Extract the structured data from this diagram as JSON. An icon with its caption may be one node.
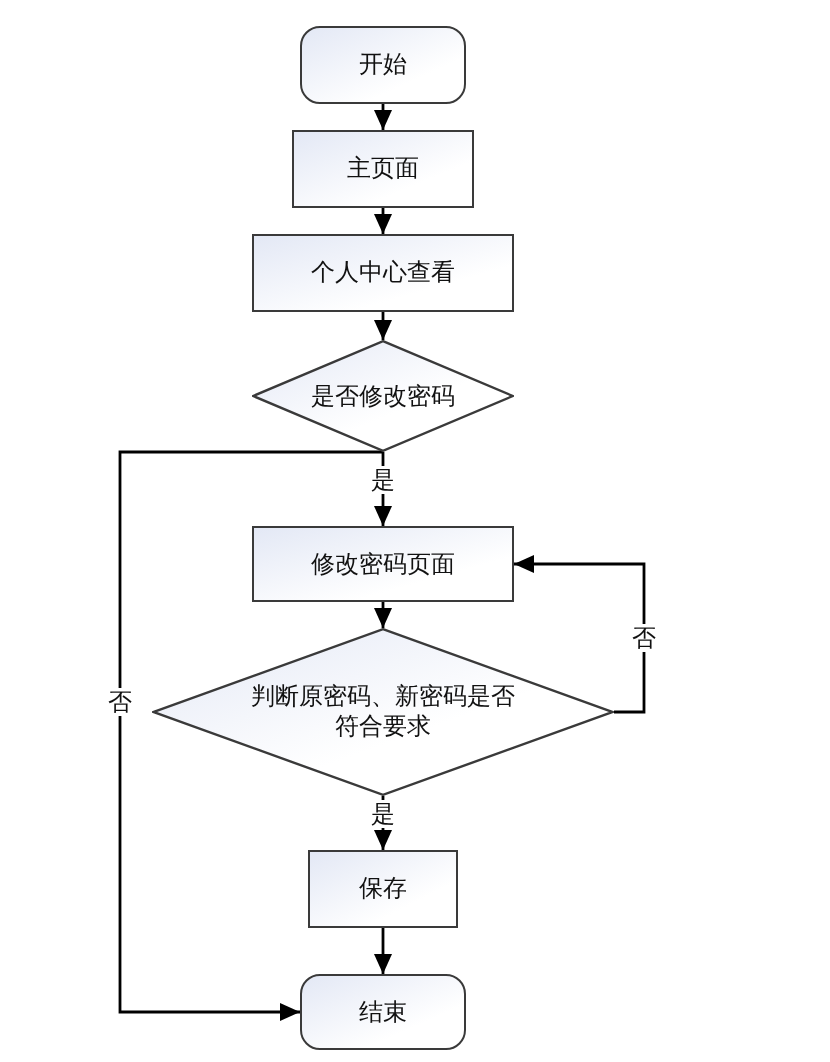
{
  "diagram": {
    "nodes": [
      {
        "text": [
          "开始"
        ]
      },
      {
        "text": [
          "主页面"
        ]
      },
      {
        "text": [
          "个人中心查看"
        ]
      },
      {
        "text": [
          "是否修改密码"
        ]
      },
      {
        "text": [
          "修改密码页面"
        ]
      },
      {
        "text": [
          "判断原密码、新密码是否符合要求"
        ]
      },
      {
        "text": [
          "保存"
        ]
      },
      {
        "text": [
          "结束"
        ]
      }
    ],
    "edges": [
      {
        "from": 0,
        "to": 1,
        "arrow": "to"
      },
      {
        "from": 1,
        "to": 2,
        "arrow": "to"
      },
      {
        "from": 2,
        "to": 3,
        "arrow": "to"
      },
      {
        "from": 3,
        "to": 4,
        "arrow": "to",
        "label": "是"
      },
      {
        "from": 4,
        "to": 5,
        "arrow": "to"
      },
      {
        "from": 5,
        "to": 6,
        "arrow": "to",
        "label": "是"
      },
      {
        "from": 6,
        "to": 7,
        "arrow": "to"
      },
      {
        "from": 5,
        "to": 4,
        "arrow": "to",
        "label": "否"
      },
      {
        "from": 3,
        "to": 7,
        "arrow": "to",
        "label": "否"
      }
    ]
  }
}
